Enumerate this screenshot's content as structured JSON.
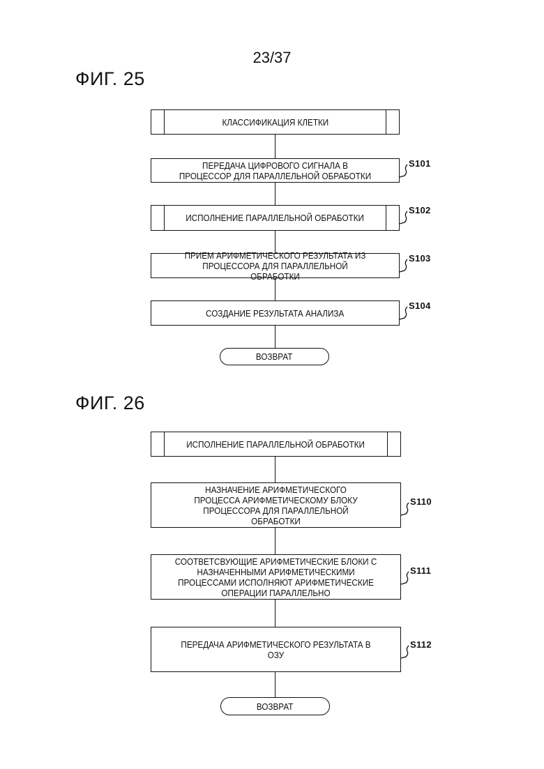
{
  "page_number": "23/37",
  "fig25": {
    "label": "ФИГ. 25",
    "start": "КЛАССИФИКАЦИЯ КЛЕТКИ",
    "steps": [
      {
        "id": "S101",
        "text": "ПЕРЕДАЧА ЦИФРОВОГО СИГНАЛА В ПРОЦЕССОР ДЛЯ ПАРАЛЛЕЛЬНОЙ ОБРАБОТКИ"
      },
      {
        "id": "S102",
        "text": "ИСПОЛНЕНИЕ ПАРАЛЛЕЛЬНОЙ ОБРАБОТКИ"
      },
      {
        "id": "S103",
        "text": "ПРИЕМ АРИФМЕТИЧЕСКОГО РЕЗУЛЬТАТА ИЗ ПРОЦЕССОРА ДЛЯ ПАРАЛЛЕЛЬНОЙ ОБРАБОТКИ"
      },
      {
        "id": "S104",
        "text": "СОЗДАНИЕ РЕЗУЛЬТАТА АНАЛИЗА"
      }
    ],
    "end": "ВОЗВРАТ"
  },
  "fig26": {
    "label": "ФИГ. 26",
    "start": "ИСПОЛНЕНИЕ ПАРАЛЛЕЛЬНОЙ ОБРАБОТКИ",
    "steps": [
      {
        "id": "S110",
        "text": "НАЗНАЧЕНИЕ АРИФМЕТИЧЕСКОГО ПРОЦЕССА АРИФМЕТИЧЕСКОМУ БЛОКУ ПРОЦЕССОРА ДЛЯ ПАРАЛЛЕЛЬНОЙ ОБРАБОТКИ"
      },
      {
        "id": "S111",
        "text": "СООТВЕТСВУЮЩИЕ АРИФМЕТИЧЕСКИЕ БЛОКИ С НАЗНАЧЕННЫМИ АРИФМЕТИЧЕСКИМИ ПРОЦЕССАМИ ИСПОЛНЯЮТ АРИФМЕТИЧЕСКИЕ ОПЕРАЦИИ ПАРАЛЛЕЛЬНО"
      },
      {
        "id": "S112",
        "text": "ПЕРЕДАЧА АРИФМЕТИЧЕСКОГО РЕЗУЛЬТАТА В ОЗУ"
      }
    ],
    "end": "ВОЗВРАТ"
  }
}
